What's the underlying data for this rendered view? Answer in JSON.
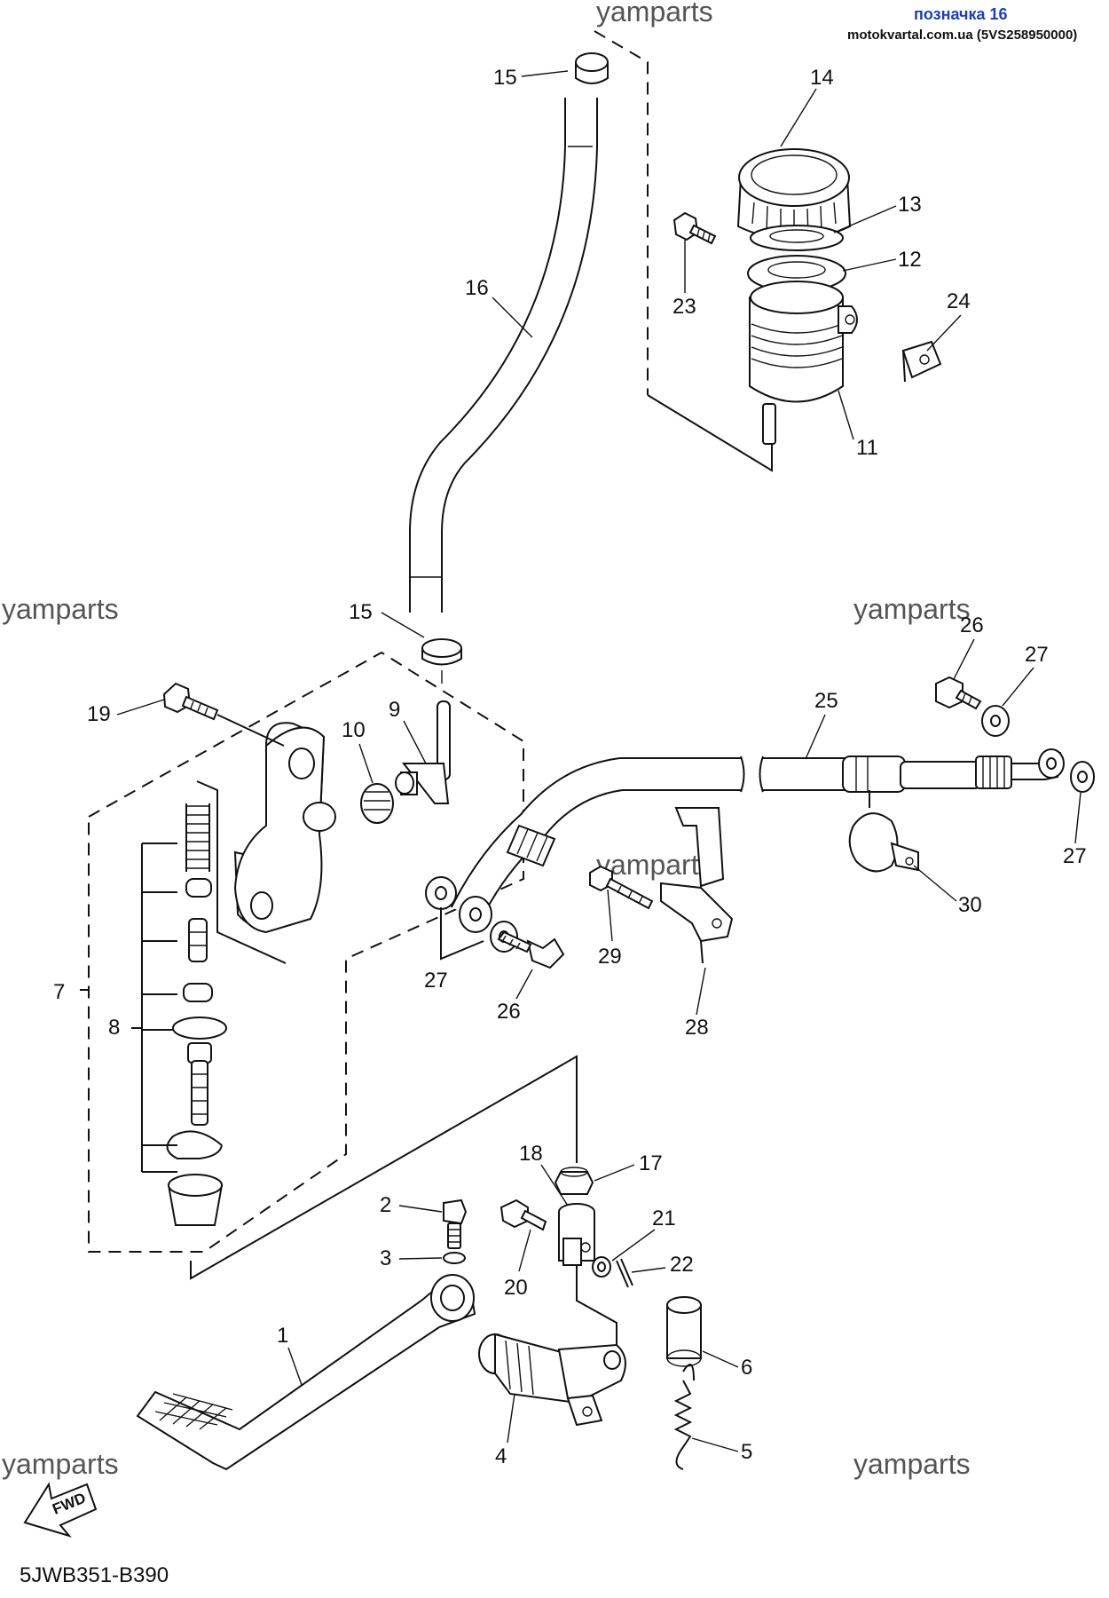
{
  "header": {
    "marker": "позначка 16",
    "site": "motokvartal.com.ua (5VS258950000)",
    "marker_color": "#1a3fbf"
  },
  "watermarks": [
    "yamparts",
    "yamparts",
    "yamparts",
    "yamparts",
    "yamparts",
    "yamparts"
  ],
  "callouts": {
    "c1": "1",
    "c2": "2",
    "c3": "3",
    "c4": "4",
    "c5": "5",
    "c6": "6",
    "c7": "7",
    "c8": "8",
    "c9": "9",
    "c10": "10",
    "c11": "11",
    "c12": "12",
    "c13": "13",
    "c14": "14",
    "c15a": "15",
    "c15b": "15",
    "c16": "16",
    "c17": "17",
    "c18": "18",
    "c19": "19",
    "c20": "20",
    "c21": "21",
    "c22": "22",
    "c23": "23",
    "c24": "24",
    "c25": "25",
    "c26a": "26",
    "c26b": "26",
    "c27a": "27",
    "c27b": "27",
    "c27c": "27",
    "c28": "28",
    "c29": "29",
    "c30": "30"
  },
  "fwd_label": "FWD",
  "diagram_code": "5JWB351-B390"
}
